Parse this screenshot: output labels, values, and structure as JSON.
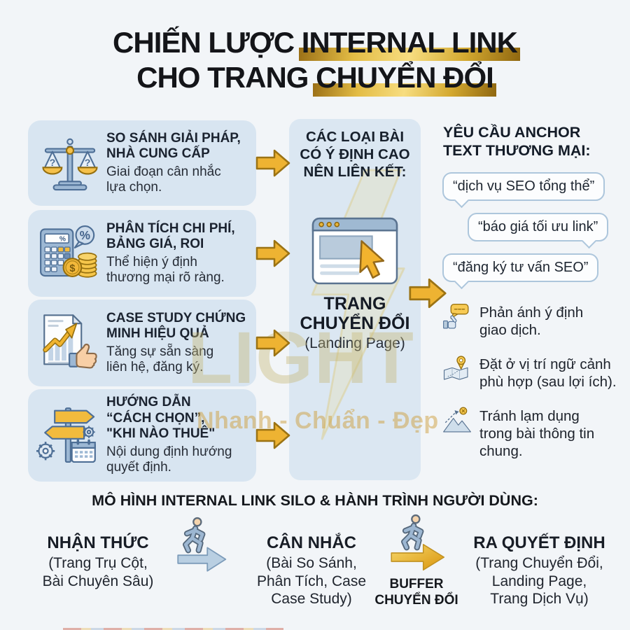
{
  "colors": {
    "gold": "#edb22d",
    "gold_dark": "#9a7211",
    "box_blue": "#d8e5f1",
    "arrow_blue": "#b9cfe2",
    "bubble_border": "#adc6dc",
    "text_dark": "#1d222b",
    "highlight_gradient": [
      "#9a6f16",
      "#f7dd80",
      "#8f6710"
    ]
  },
  "title": {
    "line1_pre": "CHIẾN LƯỢC ",
    "line1_hl": "INTERNAL LINK",
    "line2_pre": "CHO TRANG ",
    "line2_hl": "CHUYỂN ĐỔI"
  },
  "left_column": {
    "items": [
      {
        "icon": "balance-scale-icon",
        "title": "SO SÁNH GIẢI PHÁP,\nNHÀ CUNG CẤP",
        "desc": "Giai đoạn cân nhắc\nlựa chọn."
      },
      {
        "icon": "calculator-coins-icon",
        "title": "PHÂN TÍCH CHI PHÍ,\nBẢNG GIÁ, ROI",
        "desc": "Thể hiện ý định\nthương mại rõ ràng."
      },
      {
        "icon": "case-study-chart-thumb-icon",
        "title": "CASE STUDY CHỨNG\nMINH HIỆU QUẢ",
        "desc": "Tăng sự sẵn sàng\nliên hệ, đăng ký."
      },
      {
        "icon": "signpost-gear-calendar-icon",
        "title": "HƯỚNG DẪN\n“CÁCH CHỌN”,\n\"KHI NÀO THUÊ\"",
        "desc": "Nội dung định hướng\nquyết định."
      }
    ]
  },
  "middle_column": {
    "heading": "CÁC LOẠI BÀI\nCÓ Ý ĐỊNH CAO\nNÊN LIÊN KẾT:",
    "icon": "browser-cursor-icon",
    "page_label": "TRANG\nCHUYỂN ĐỔI",
    "page_sub": "(Landing Page)"
  },
  "right_column": {
    "heading": "YÊU CẦU ANCHOR\nTEXT THƯƠNG MẠI:",
    "bubbles": [
      "“dịch vụ SEO tổng thể”",
      "“báo giá tối ưu link”",
      "“đăng ký tư vấn SEO”"
    ],
    "bullets": [
      {
        "icon": "thumb-comment-icon",
        "text": "Phản ánh ý định\ngiao dịch."
      },
      {
        "icon": "map-pin-icon",
        "text": "Đặt ở vị trí ngữ cảnh\nphù hợp (sau lợi ích)."
      },
      {
        "icon": "mountain-warning-icon",
        "text": "Tránh lạm dụng\ntrong bài thông tin\nchung."
      }
    ]
  },
  "bottom": {
    "heading": "MÔ HÌNH INTERNAL LINK SILO & HÀNH TRÌNH NGƯỜI DÙNG:",
    "stages": [
      {
        "title": "NHẬN THỨC",
        "desc": "(Trang Trụ Cột,\nBài Chuyên Sâu)"
      },
      {
        "title": "CÂN NHẮC",
        "desc": "(Bài So Sánh,\nPhân Tích, Case\nCase Study)"
      },
      {
        "title": "RA QUYẾT ĐỊNH",
        "desc": "(Trang Chuyển Đổi,\nLanding Page,\nTrang Dịch Vụ)"
      }
    ],
    "arrow2_label": "BUFFER\nCHUYỂN ĐỔI"
  },
  "watermark": {
    "brand": "LIGHT",
    "slogan": "Nhanh - Chuẩn - Đẹp"
  }
}
